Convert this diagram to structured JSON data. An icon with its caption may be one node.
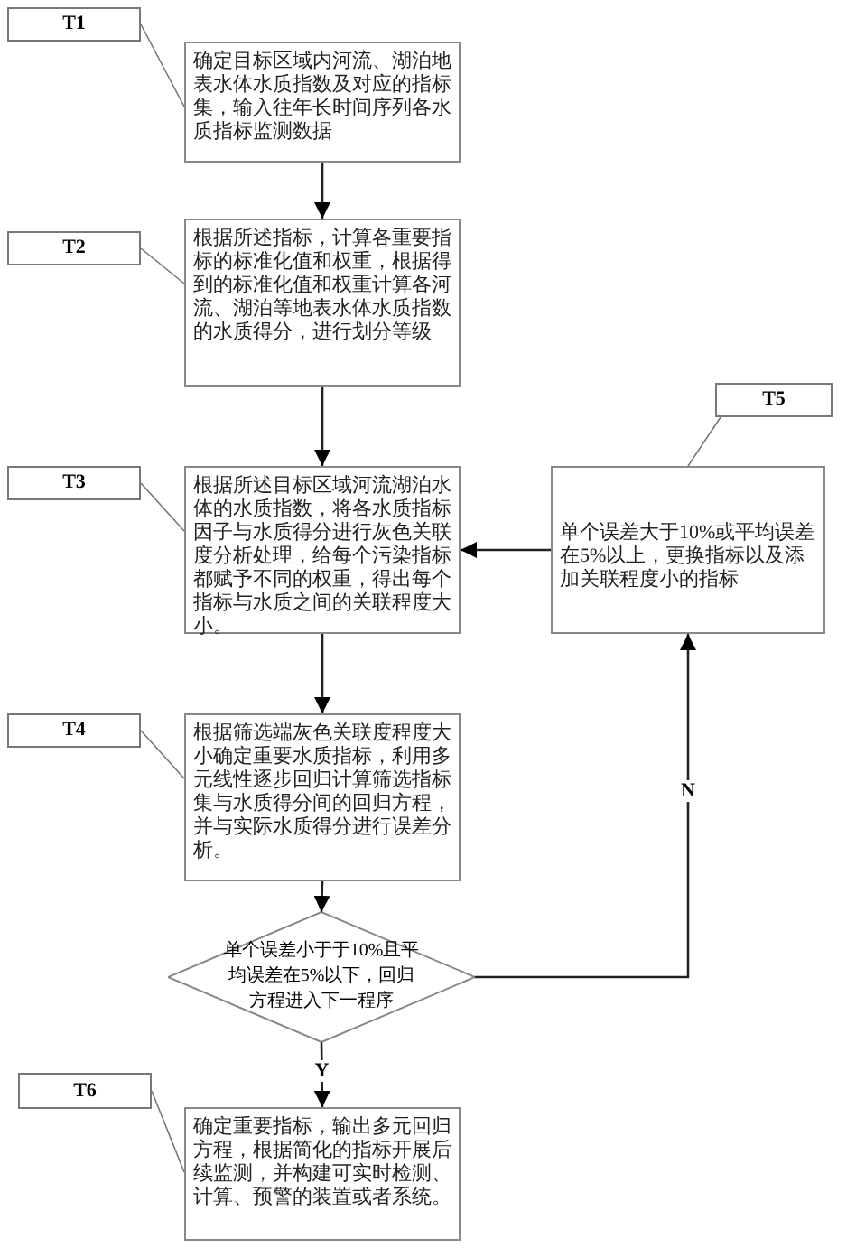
{
  "diagram": {
    "nodes": [
      {
        "text": [
          "T1"
        ]
      },
      {
        "text": [
          "确定目标区域内河流、湖泊地表水体水质指数及对应的指标集，输入往年长时间序列各水质指标监测数据"
        ]
      },
      {
        "text": [
          "T2"
        ]
      },
      {
        "text": [
          "根据所述指标，计算各重要指标的标准化值和权重，根据得到的标准化值和权重计算各河流、湖泊等地表水体水质指数的水质得分，进行划分等级"
        ]
      },
      {
        "text": [
          "T5"
        ]
      },
      {
        "text": [
          "T3"
        ]
      },
      {
        "text": [
          "根据所述目标区域河流湖泊水体的水质指数，将各水质指标因子与水质得分进行灰色关联度分析处理，给每个污染指标都赋予不同的权重，得出每个指标与水质之间的关联程度大小。"
        ]
      },
      {
        "text": [
          "单个误差大于10%或平均误差在5%以上，更换指标以及添加关联程度小的指标"
        ]
      },
      {
        "text": [
          "T4"
        ]
      },
      {
        "text": [
          "根据筛选端灰色关联度程度大小确定重要水质指标，利用多元线性逐步回归计算筛选指标集与水质得分间的回归方程，并与实际水质得分进行误差分析。"
        ]
      },
      {
        "text": [
          "单个误差小于于10%且平均误差在5%以下，回归方程进入下一程序"
        ]
      },
      {
        "text": [
          "T6"
        ]
      },
      {
        "text": [
          "确定重要指标，输出多元回归方程，根据简化的指标开展后续监测，并构建可实时检测、计算、预警的装置或者系统。"
        ]
      }
    ],
    "edges": [
      {
        "from": 0,
        "to": 1,
        "arrow": "none"
      },
      {
        "from": 1,
        "to": 3,
        "arrow": "to"
      },
      {
        "from": 2,
        "to": 3,
        "arrow": "none"
      },
      {
        "from": 3,
        "to": 6,
        "arrow": "to"
      },
      {
        "from": 4,
        "to": 7,
        "arrow": "none"
      },
      {
        "from": 5,
        "to": 6,
        "arrow": "none"
      },
      {
        "from": 7,
        "to": 6,
        "arrow": "to"
      },
      {
        "from": 6,
        "to": 9,
        "arrow": "to"
      },
      {
        "from": 8,
        "to": 9,
        "arrow": "none"
      },
      {
        "from": 9,
        "to": 10,
        "arrow": "to"
      },
      {
        "from": 10,
        "to": 7,
        "arrow": "to",
        "label": "N"
      },
      {
        "from": 10,
        "to": 12,
        "arrow": "to",
        "label": "Y"
      },
      {
        "from": 11,
        "to": 12,
        "arrow": "none"
      }
    ]
  }
}
